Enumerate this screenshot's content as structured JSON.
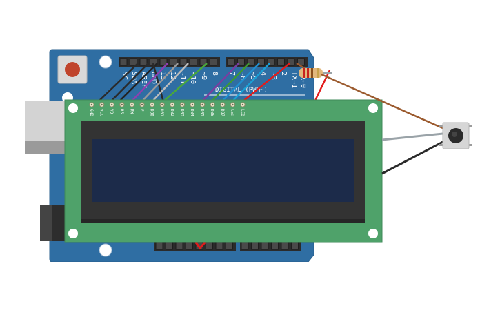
{
  "arduino": {
    "header_labels": [
      "SCL",
      "SDA",
      "AREF",
      "GND",
      "13",
      "12",
      "~11",
      "~10",
      "~9",
      "8",
      "7",
      "~6",
      "~5",
      "4",
      "~3",
      "2",
      "TX→1",
      "RX←0"
    ],
    "digital_label": "DIGITAL (PWM~)"
  },
  "lcd": {
    "pin_labels": [
      "GND",
      "VCC",
      "V0",
      "RS",
      "RW",
      "E",
      "DB0",
      "DB1",
      "DB2",
      "DB3",
      "DB4",
      "DB5",
      "DB6",
      "DB7",
      "LED",
      "LED"
    ]
  },
  "colors": {
    "arduino_board": "#2f6ea3",
    "lcd_board": "#4fa26a",
    "lcd_screen": "#1c2b4a",
    "wire_red": "#e31b1b",
    "wire_brown": "#9b5a2e",
    "wire_gray": "#9aa3a8",
    "wire_black": "#2a2a2a"
  },
  "icons": {
    "reset_button": "reset-button-icon",
    "push_button": "pushbutton-icon",
    "resistor": "resistor-icon"
  }
}
